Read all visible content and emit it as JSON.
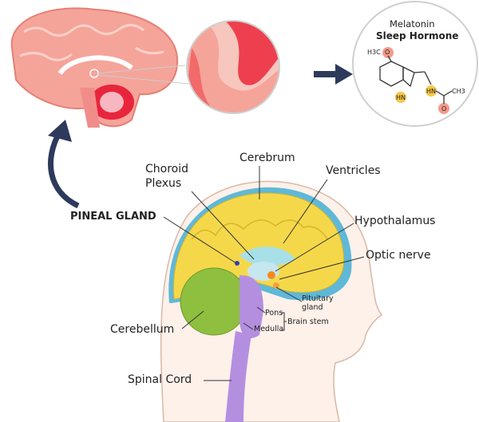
{
  "molecule": {
    "title": "Melatonin",
    "subtitle": "Sleep Hormone",
    "groups": [
      "H3C",
      "O",
      "HN",
      "HN",
      "CH3",
      "O"
    ]
  },
  "labels": {
    "choroid_plexus_1": "Choroid",
    "choroid_plexus_2": "Plexus",
    "cerebrum": "Cerebrum",
    "ventricles": "Ventricles",
    "pineal_gland": "PINEAL GLAND",
    "hypothalamus": "Hypothalamus",
    "optic_nerve": "Optic nerve",
    "pituitary_1": "Pituitary",
    "pituitary_2": "gland",
    "pons": "Pons",
    "brain_stem": "Brain stem",
    "medulla": "Medulla",
    "cerebellum": "Cerebellum",
    "spinal_cord": "Spinal Cord"
  },
  "colors": {
    "brain_pink": "#f5a49a",
    "cerebrum_yellow": "#f5d84a",
    "cerebellum_green": "#8fbf3f",
    "brainstem_purple": "#b48fe0",
    "arrow_navy": "#2d3a5c"
  }
}
